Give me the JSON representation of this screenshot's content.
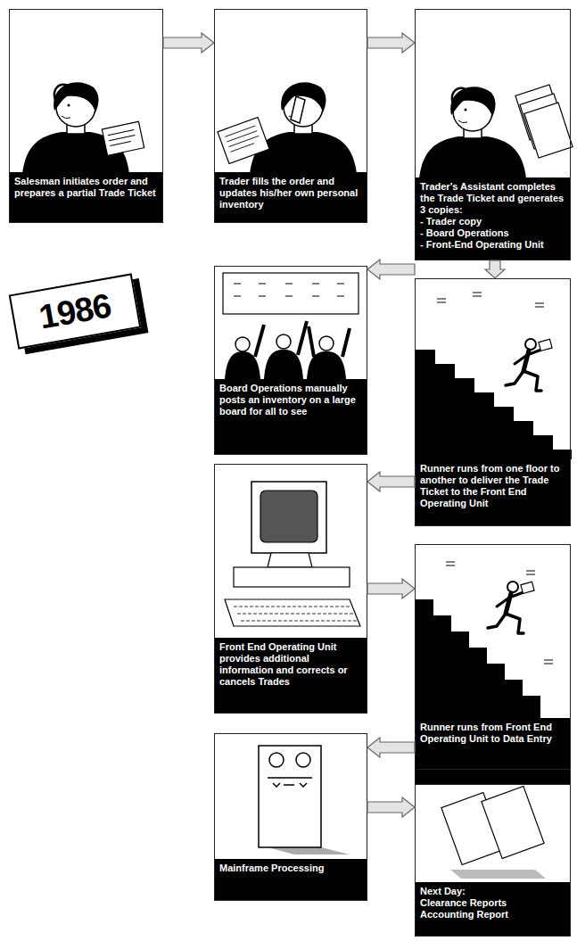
{
  "diagram": {
    "nodes": [
      {
        "text": [
          "Salesman initiates order and prepares a partial Trade Ticket"
        ]
      },
      {
        "text": [
          "Trader fills the order and updates his/her own personal inventory"
        ]
      },
      {
        "text": [
          "Trader's Assistant completes the Trade Ticket and generates 3 copies:",
          "- Trader copy",
          "- Board Operations",
          "- Front-End Operating Unit"
        ]
      },
      {
        "text": [
          "Board Operations manually posts an inventory on a large board for all to see"
        ]
      },
      {
        "text": [
          "Runner runs from one floor to another to deliver the Trade Ticket to the Front End Operating Unit"
        ]
      },
      {
        "text": [
          "Front End Operating Unit provides additional information and corrects or cancels Trades"
        ]
      },
      {
        "text": [
          "Runner runs from Front End Operating Unit to Data Entry"
        ]
      },
      {
        "text": [
          "Mainframe Processing"
        ]
      },
      {
        "text": [
          "Next Day:",
          "Clearance Reports",
          "Accounting Report"
        ]
      }
    ],
    "edges": [
      {
        "from": 0,
        "to": 1,
        "arrow": "to"
      },
      {
        "from": 1,
        "to": 2,
        "arrow": "to"
      },
      {
        "from": 2,
        "to": 3,
        "arrow": "to"
      },
      {
        "from": 2,
        "to": 4,
        "arrow": "to"
      },
      {
        "from": 4,
        "to": 5,
        "arrow": "to"
      },
      {
        "from": 5,
        "to": 6,
        "arrow": "to"
      },
      {
        "from": 6,
        "to": 7,
        "arrow": "to"
      },
      {
        "from": 7,
        "to": 8,
        "arrow": "to"
      }
    ],
    "labels": [
      "1986"
    ]
  }
}
